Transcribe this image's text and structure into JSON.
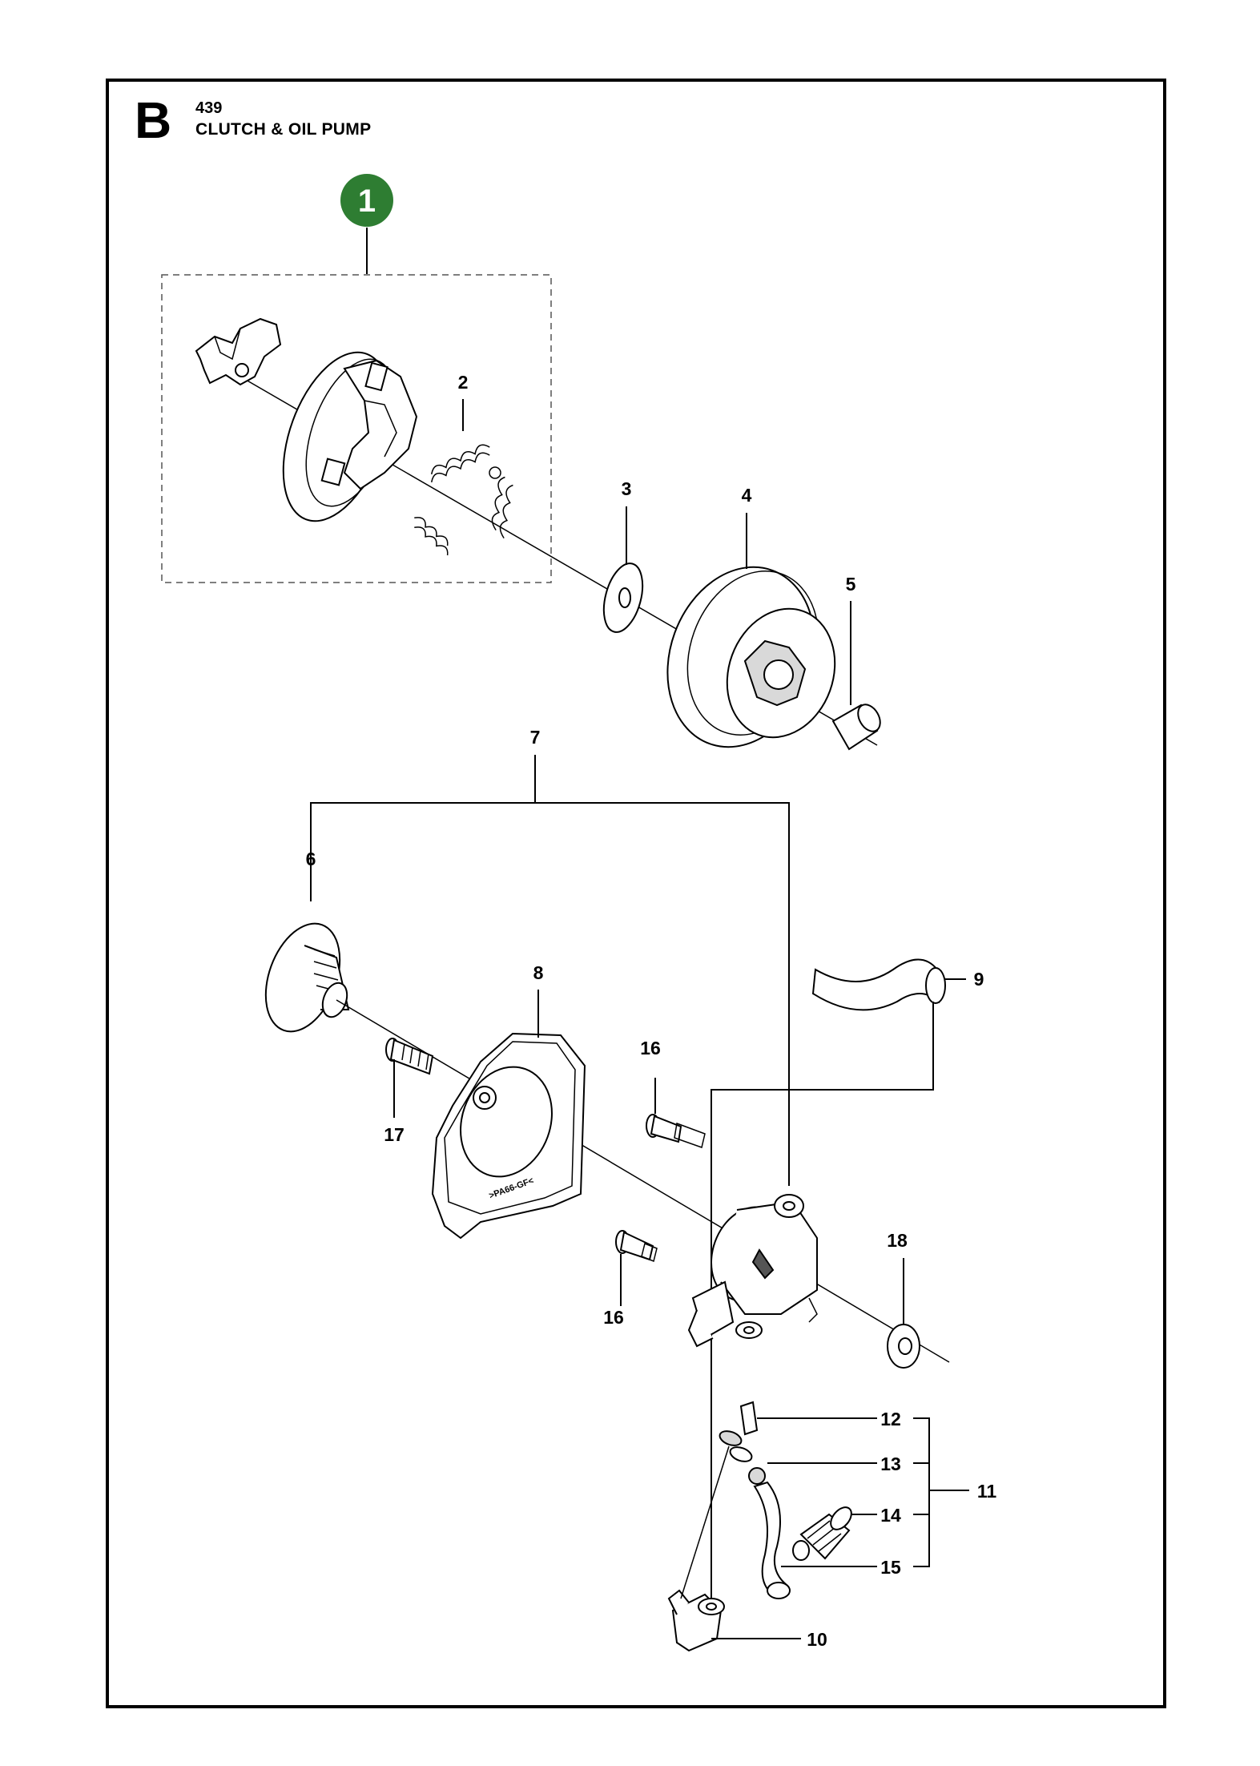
{
  "header": {
    "section_letter": "B",
    "model": "439",
    "title": "CLUTCH & OIL PUMP"
  },
  "badge": {
    "label": "1",
    "color": "#2e7d32"
  },
  "callouts": {
    "c2": "2",
    "c3": "3",
    "c4": "4",
    "c5": "5",
    "c6": "6",
    "c7": "7",
    "c8": "8",
    "c9": "9",
    "c10": "10",
    "c11": "11",
    "c12": "12",
    "c13": "13",
    "c14": "14",
    "c15": "15",
    "c16a": "16",
    "c16b": "16",
    "c17": "17",
    "c18": "18"
  },
  "cover_marking": ">PA66-GF<"
}
